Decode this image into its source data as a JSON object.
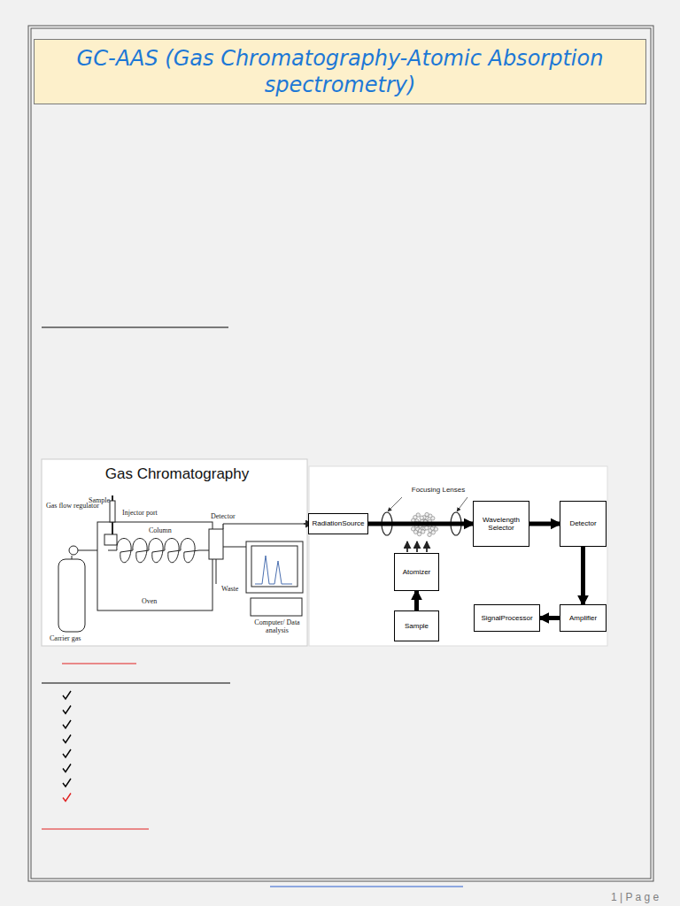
{
  "diagram": {
    "title": "GC-AAS (Gas Chromatography-Atomic Absorption spectrometry)",
    "nodes": [
      {
        "text": [
          "RadiationSource"
        ]
      },
      {
        "text": [
          "Wavelength Selector"
        ]
      },
      {
        "text": [
          "Detector"
        ]
      },
      {
        "text": [
          "Atomizer"
        ]
      },
      {
        "text": [
          "SignalProcessor"
        ]
      },
      {
        "text": [
          "Amplifier"
        ]
      },
      {
        "text": [
          "Sample"
        ]
      }
    ],
    "edges": [
      {
        "from": 0,
        "to": 1,
        "arrow": "to"
      },
      {
        "from": 1,
        "to": 2,
        "arrow": "to"
      },
      {
        "from": 2,
        "to": 5,
        "arrow": "to"
      },
      {
        "from": 5,
        "to": 4,
        "arrow": "to"
      },
      {
        "from": 6,
        "to": 3,
        "arrow": "to"
      }
    ],
    "labels": [
      "Gas Chromatography",
      "Sample",
      "Injector port",
      "Gas flow regulator",
      "Column",
      "Detector",
      "Oven",
      "Waste",
      "Computer/ Data analysis",
      "Carrier gas",
      "Focusing Lenses",
      "1 | P a g e"
    ]
  }
}
